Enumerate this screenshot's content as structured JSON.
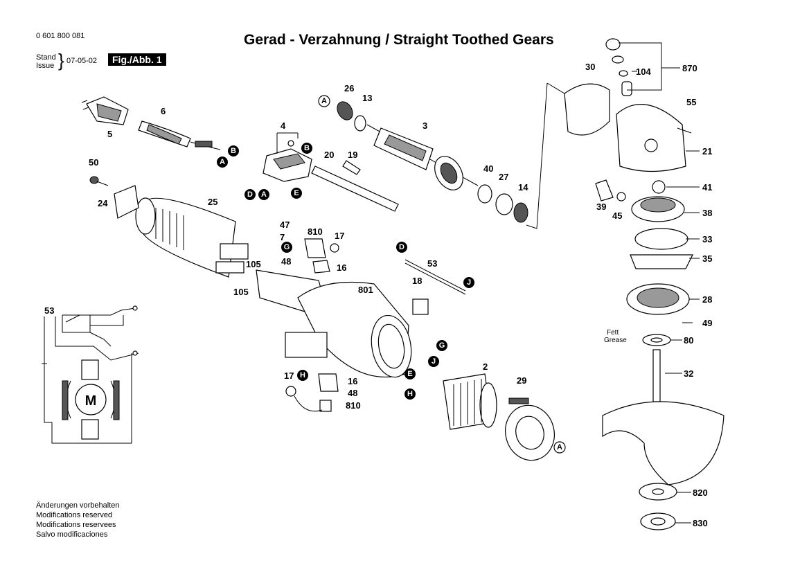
{
  "header": {
    "doc_number": "0 601 800 081",
    "title": "Gerad - Verzahnung / Straight Toothed Gears",
    "stand_label": "Stand",
    "issue_label": "Issue",
    "date": "07-05-02",
    "figure_label": "Fig./Abb. 1"
  },
  "notes": [
    "Änderungen vorbehalten",
    "Modifications reserved",
    "Modifications reservees",
    "Salvo modificaciones"
  ],
  "grease_note": {
    "de": "Fett",
    "en": "Grease"
  },
  "motor_symbol": "M",
  "part_numbers": [
    "5",
    "6",
    "4",
    "26",
    "13",
    "3",
    "870",
    "104",
    "30",
    "55",
    "21",
    "50",
    "24",
    "25",
    "20",
    "19",
    "40",
    "27",
    "14",
    "41",
    "39",
    "45",
    "38",
    "47",
    "7",
    "810",
    "17",
    "48",
    "16",
    "105",
    "53",
    "18",
    "801",
    "33",
    "35",
    "28",
    "49",
    "80",
    "32",
    "29",
    "2",
    "820",
    "830"
  ],
  "reference_letters": [
    "A",
    "B",
    "D",
    "E",
    "G",
    "H",
    "J"
  ]
}
